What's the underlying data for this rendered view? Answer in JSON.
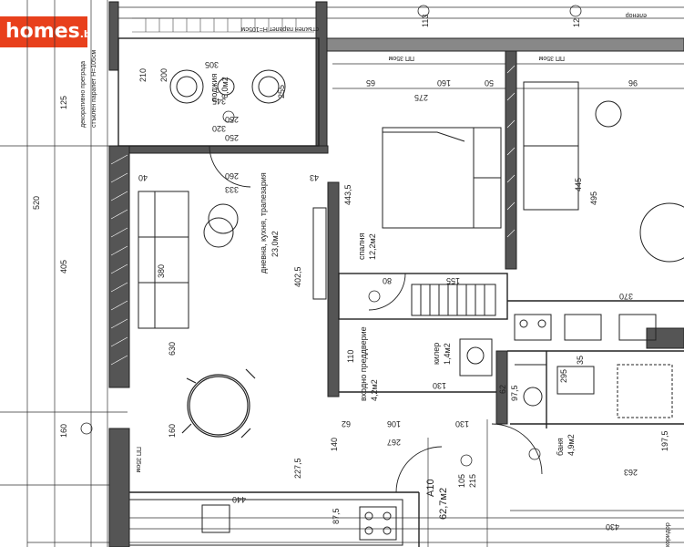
{
  "logo": {
    "main": "homes",
    "suffix": ".bg"
  },
  "rooms": [
    {
      "name": "дневна, кухня, трапезария",
      "area": "23,0м2"
    },
    {
      "name": "спалня",
      "area": "12,2м2"
    },
    {
      "name": "лоджия",
      "area": "6,0м2"
    },
    {
      "name": "входно преддверие",
      "area": "4,2м2"
    },
    {
      "name": "баня",
      "area": "4,9м2"
    },
    {
      "name": "килер",
      "area": "1,4м2"
    }
  ],
  "unit": {
    "code": "А10",
    "area": "62,7м2"
  },
  "notes": {
    "railing": "стъклен парапет Н=105см",
    "decorative": "декоративно преграда",
    "decorative2": "стъклен парапет Н=105см",
    "window1": "ПП 35ом",
    "window2": "ПП 35ом",
    "window3": "ПП 35ом",
    "corridor": "коридор",
    "elevator": "еленор"
  },
  "dims": {
    "d520": "520",
    "d125": "125",
    "d405": "405",
    "d630": "630",
    "d160a": "160",
    "d160b": "160",
    "d380": "380",
    "d4025": "402,5",
    "d2275": "227,5",
    "d440": "440",
    "d210": "210",
    "d200": "200",
    "d305": "305",
    "d345": "345",
    "d250a": "250",
    "d250b": "250",
    "d320": "320",
    "d255": "255",
    "d260": "260",
    "d333": "333",
    "d40a": "40",
    "d43": "43",
    "d4435": "443,5",
    "d275": "275",
    "d160c": "160",
    "d65": "65",
    "d50": "50",
    "d445": "445",
    "d495": "495",
    "d370": "370",
    "d155": "155",
    "d80a": "80",
    "d110": "110",
    "d130": "130",
    "d106": "106",
    "d267": "267",
    "d140": "140",
    "d62a": "62",
    "d62b": "62",
    "d130b": "130",
    "d263": "263",
    "d1975": "197,5",
    "d295": "295",
    "d975": "97,5",
    "d430": "430",
    "d96": "96",
    "d35": "35",
    "d875": "87,5",
    "d105": "105",
    "d215": "215",
    "d113": "113",
    "d12": "12"
  }
}
